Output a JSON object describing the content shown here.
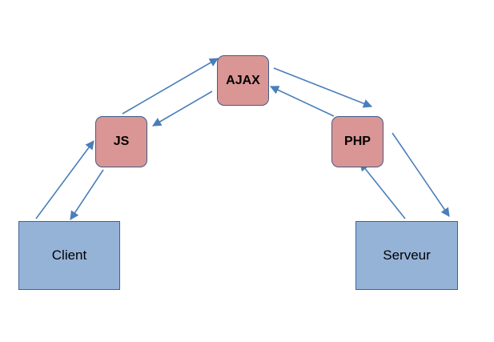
{
  "diagram": {
    "nodes": [
      {
        "id": "client",
        "label": "Client",
        "shape": "rectangle",
        "fill": "#95b3d7"
      },
      {
        "id": "js",
        "label": "JS",
        "shape": "rounded",
        "fill": "#da9694"
      },
      {
        "id": "ajax",
        "label": "AJAX",
        "shape": "rounded",
        "fill": "#da9694"
      },
      {
        "id": "php",
        "label": "PHP",
        "shape": "rounded",
        "fill": "#da9694"
      },
      {
        "id": "serveur",
        "label": "Serveur",
        "shape": "rectangle",
        "fill": "#95b3d7"
      }
    ],
    "edges": [
      {
        "from": "client",
        "to": "js"
      },
      {
        "from": "js",
        "to": "client"
      },
      {
        "from": "js",
        "to": "ajax"
      },
      {
        "from": "ajax",
        "to": "js"
      },
      {
        "from": "ajax",
        "to": "php"
      },
      {
        "from": "php",
        "to": "ajax"
      },
      {
        "from": "php",
        "to": "serveur"
      },
      {
        "from": "serveur",
        "to": "php"
      }
    ],
    "colors": {
      "arrow": "#4a7ebb",
      "node_border": "#3d6596"
    }
  }
}
